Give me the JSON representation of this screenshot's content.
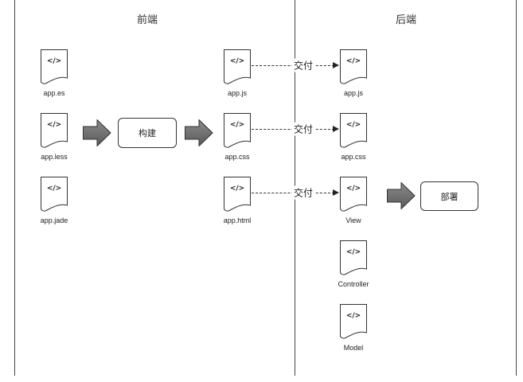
{
  "sections": {
    "frontend": {
      "title": "前端"
    },
    "backend": {
      "title": "后端"
    }
  },
  "doc_glyph": "</>",
  "frontend_sources": [
    {
      "label": "app.es"
    },
    {
      "label": "app.less"
    },
    {
      "label": "app.jade"
    }
  ],
  "build": {
    "label": "构建"
  },
  "frontend_outputs": [
    {
      "label": "app.js"
    },
    {
      "label": "app.css"
    },
    {
      "label": "app.html"
    }
  ],
  "deliver_label": "交付",
  "backend_files": [
    {
      "label": "app.js"
    },
    {
      "label": "app.css"
    },
    {
      "label": "View"
    },
    {
      "label": "Controller"
    },
    {
      "label": "Model"
    }
  ],
  "deploy": {
    "label": "部署"
  },
  "colors": {
    "arrow_fill": "#6e6e6e",
    "line": "#333333"
  }
}
